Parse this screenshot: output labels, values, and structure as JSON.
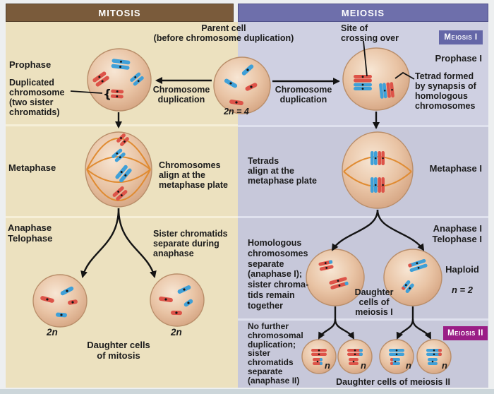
{
  "colors": {
    "mitosis_header": "#7a5b3b",
    "meiosis_header": "#6e6fab",
    "mitosis_bg": "#ece1bf",
    "meiosis_bg": "#c7c8da",
    "meiosis_bg_light": "#cfd0e2",
    "meiosis1_badge": "#6466a7",
    "meiosis2_badge": "#9a1d86",
    "chrom_red": "#dd5348",
    "chrom_blue": "#3fa0d8",
    "spindle": "#e08b31",
    "cell_rim": "#b98e6a",
    "text": "#1c1c1c"
  },
  "headers": {
    "mitosis": "MITOSIS",
    "meiosis": "MEIOSIS"
  },
  "badges": {
    "meiosis1": "Meiosis I",
    "meiosis2": "Meiosis II"
  },
  "center": {
    "parent_cell": "Parent cell\n(before chromosome duplication)",
    "ploidy": "2n = 4",
    "duplication_left": "Chromosome\nduplication",
    "duplication_right": "Chromosome\nduplication"
  },
  "mitosis": {
    "prophase": "Prophase",
    "duplicated_chromosome": "Duplicated\nchromosome\n(two sister\nchromatids)",
    "metaphase": "Metaphase",
    "align_note": "Chromosomes\nalign at the\nmetaphase plate",
    "anaphase": "Anaphase\nTelophase",
    "separate_note": "Sister chromatids\nseparate during\nanaphase",
    "ploidy_left": "2n",
    "ploidy_right": "2n",
    "daughter": "Daughter cells\nof mitosis"
  },
  "meiosis": {
    "crossing_over": "Site of\ncrossing over",
    "prophase1": "Prophase I",
    "tetrad_note": "Tetrad formed\nby synapsis of\nhomologous\nchromosomes",
    "tetrads_align": "Tetrads\nalign at the\nmetaphase plate",
    "metaphase1": "Metaphase I",
    "anaphase1": "Anaphase I\nTelophase I",
    "homologous_note": "Homologous\nchromosomes\nseparate\n(anaphase I);\nsister chroma-\ntids remain\ntogether",
    "daughter1": "Daughter\ncells of\nmeiosis I",
    "haploid": "Haploid",
    "haploid_n": "n = 2",
    "no_further_note": "No further\nchromosomal\nduplication;\nsister\nchromatids\nseparate\n(anaphase II)",
    "n_labels": [
      "n",
      "n",
      "n",
      "n"
    ],
    "daughter2": "Daughter cells of meiosis II"
  },
  "misc": {
    "brace": "{"
  }
}
